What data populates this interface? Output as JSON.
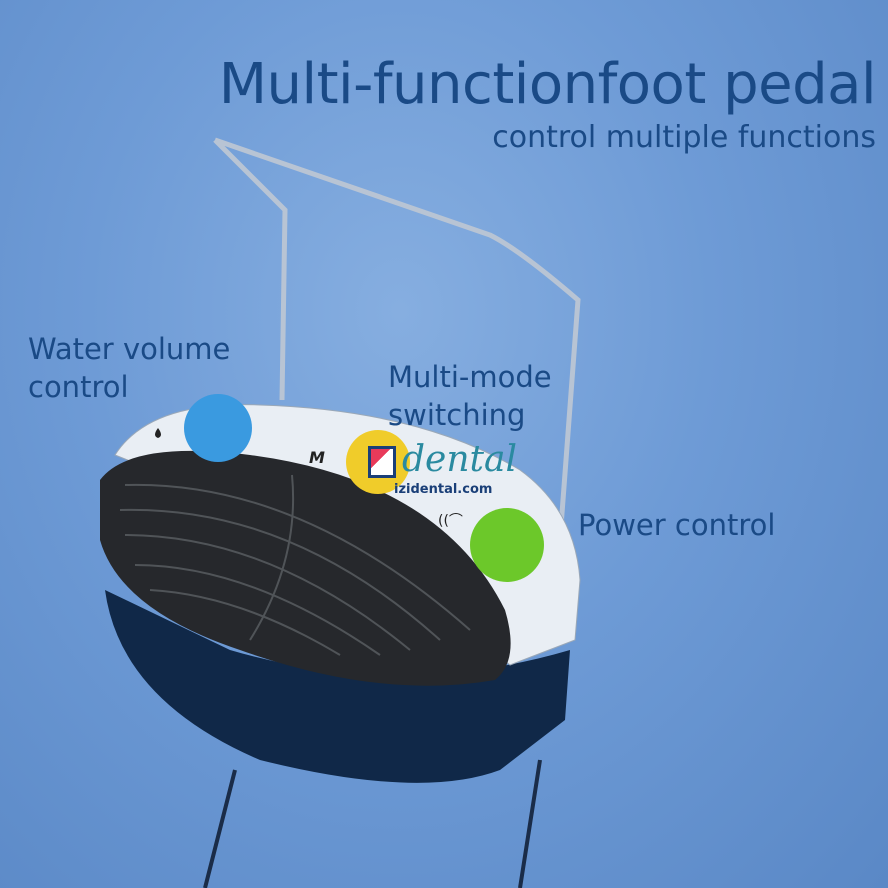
{
  "heading": {
    "title": "Multi-functionfoot pedal",
    "subtitle": "control multiple functions"
  },
  "labels": {
    "water_line1": "Water volume",
    "water_line2": "control",
    "mode_line1": "Multi-mode",
    "mode_line2": "switching",
    "power": "Power control"
  },
  "pedal": {
    "mode_symbol": "M"
  },
  "watermark": {
    "brand": "dental",
    "url": "izidental.com"
  },
  "colors": {
    "background": "#6e9bd6",
    "text": "#1a4a86",
    "water_button": "#3a9ae0",
    "mode_button": "#f0cc2a",
    "power_button": "#6cc82a"
  }
}
